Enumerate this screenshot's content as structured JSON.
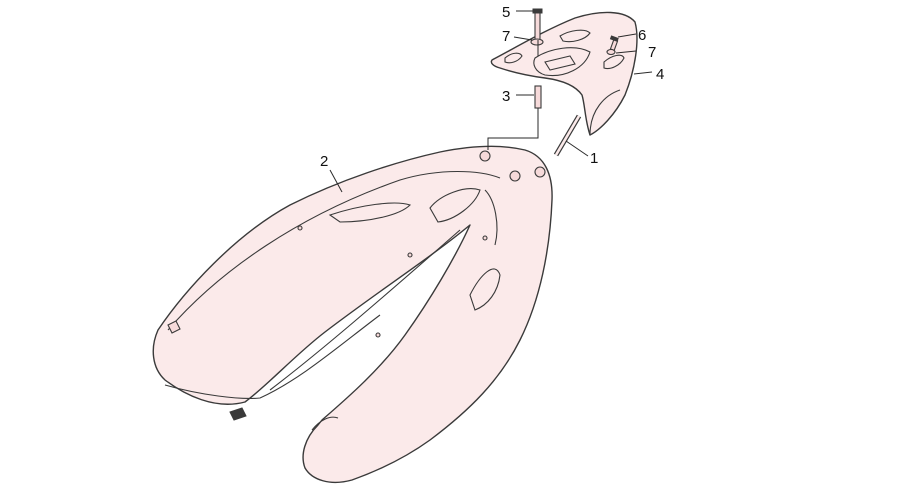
{
  "callouts": {
    "c1": "1",
    "c2": "2",
    "c3": "3",
    "c4": "4",
    "c5": "5",
    "c6": "6",
    "c7a": "7",
    "c7b": "7"
  },
  "colors": {
    "part_fill": "#fbeaea",
    "line": "#3a3a3a"
  }
}
